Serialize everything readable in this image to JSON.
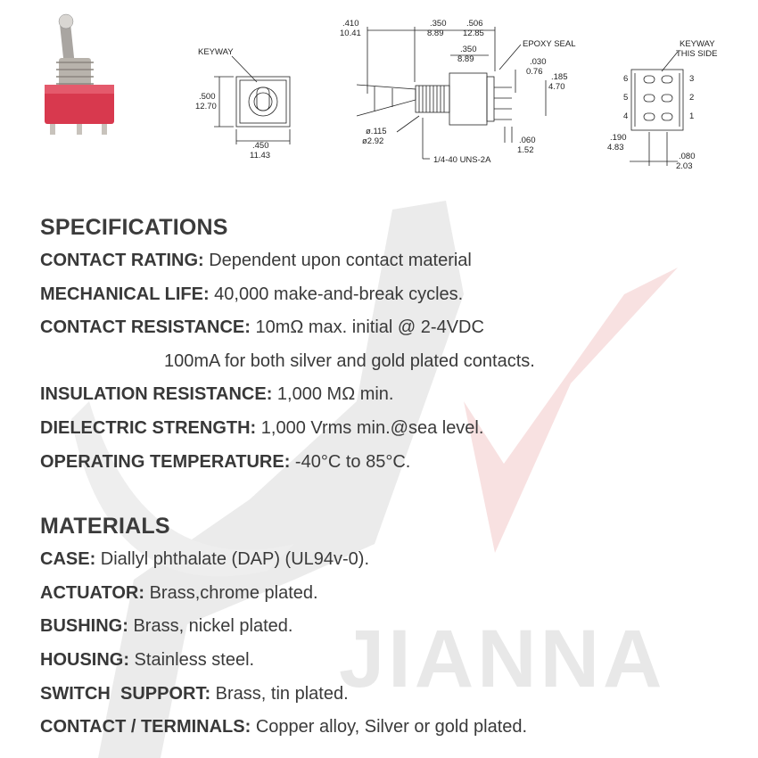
{
  "watermark": {
    "brand": "JIANNA"
  },
  "drawing": {
    "keyway_label": "KEYWAY",
    "front_height_in": ".500",
    "front_height_mm": "12.70",
    "front_width_in": ".450",
    "front_width_mm": "11.43",
    "lever_len_in": ".410",
    "lever_len_mm": "10.41",
    "bushing_len_in": ".350",
    "bushing_len_mm": "8.89",
    "total_len_in": ".506",
    "total_len_mm": "12.85",
    "inner_len_in": ".350",
    "inner_len_mm": "8.89",
    "epoxy_seal_label": "EPOXY SEAL",
    "seal_in": ".030",
    "seal_mm": "0.76",
    "term_len_in": ".185",
    "term_len_mm": "4.70",
    "lever_dia_in": "ø.115",
    "lever_dia_mm": "ø2.92",
    "thread_label": "1/4-40 UNS-2A",
    "term_w_in": ".060",
    "term_w_mm": "1.52",
    "keyway_this_side_1": "KEYWAY",
    "keyway_this_side_2": "THIS SIDE",
    "pins_left": [
      "6",
      "5",
      "4"
    ],
    "pins_right": [
      "3",
      "2",
      "1"
    ],
    "pitch_in": ".190",
    "pitch_mm": "4.83",
    "pin_dia_in": ".080",
    "pin_dia_mm": "2.03"
  },
  "specifications": {
    "heading": "SPECIFICATIONS",
    "items": [
      {
        "label": "CONTACT RATING:",
        "value": " Dependent upon contact material"
      },
      {
        "label": "MECHANICAL LIFE:",
        "value": " 40,000 make-and-break cycles."
      },
      {
        "label": "CONTACT RESISTANCE:",
        "value": " 10mΩ max. initial @ 2-4VDC"
      },
      {
        "label": "",
        "value": "100mA for both silver and gold plated contacts."
      },
      {
        "label": "INSULATION RESISTANCE:",
        "value": " 1,000 MΩ min."
      },
      {
        "label": "DIELECTRIC STRENGTH:",
        "value": " 1,000 Vrms min.@sea level."
      },
      {
        "label": "OPERATING TEMPERATURE:",
        "value": " -40°C to 85°C."
      }
    ]
  },
  "materials": {
    "heading": "MATERIALS",
    "items": [
      {
        "label": "CASE:",
        "value": " Diallyl phthalate (DAP) (UL94v-0)."
      },
      {
        "label": "ACTUATOR:",
        "value": " Brass,chrome plated."
      },
      {
        "label": "BUSHING:",
        "value": " Brass, nickel plated."
      },
      {
        "label": "HOUSING:",
        "value": " Stainless steel."
      },
      {
        "label": "SWITCH  SUPPORT:",
        "value": " Brass, tin plated."
      },
      {
        "label": "CONTACT / TERMINALS:",
        "value": " Copper alloy, Silver or gold plated."
      }
    ]
  },
  "colors": {
    "switch_body": "#d8394e",
    "text": "#3a3a3a",
    "watermark_gray": "#e9e9e9",
    "watermark_red": "#f7dcdc"
  }
}
